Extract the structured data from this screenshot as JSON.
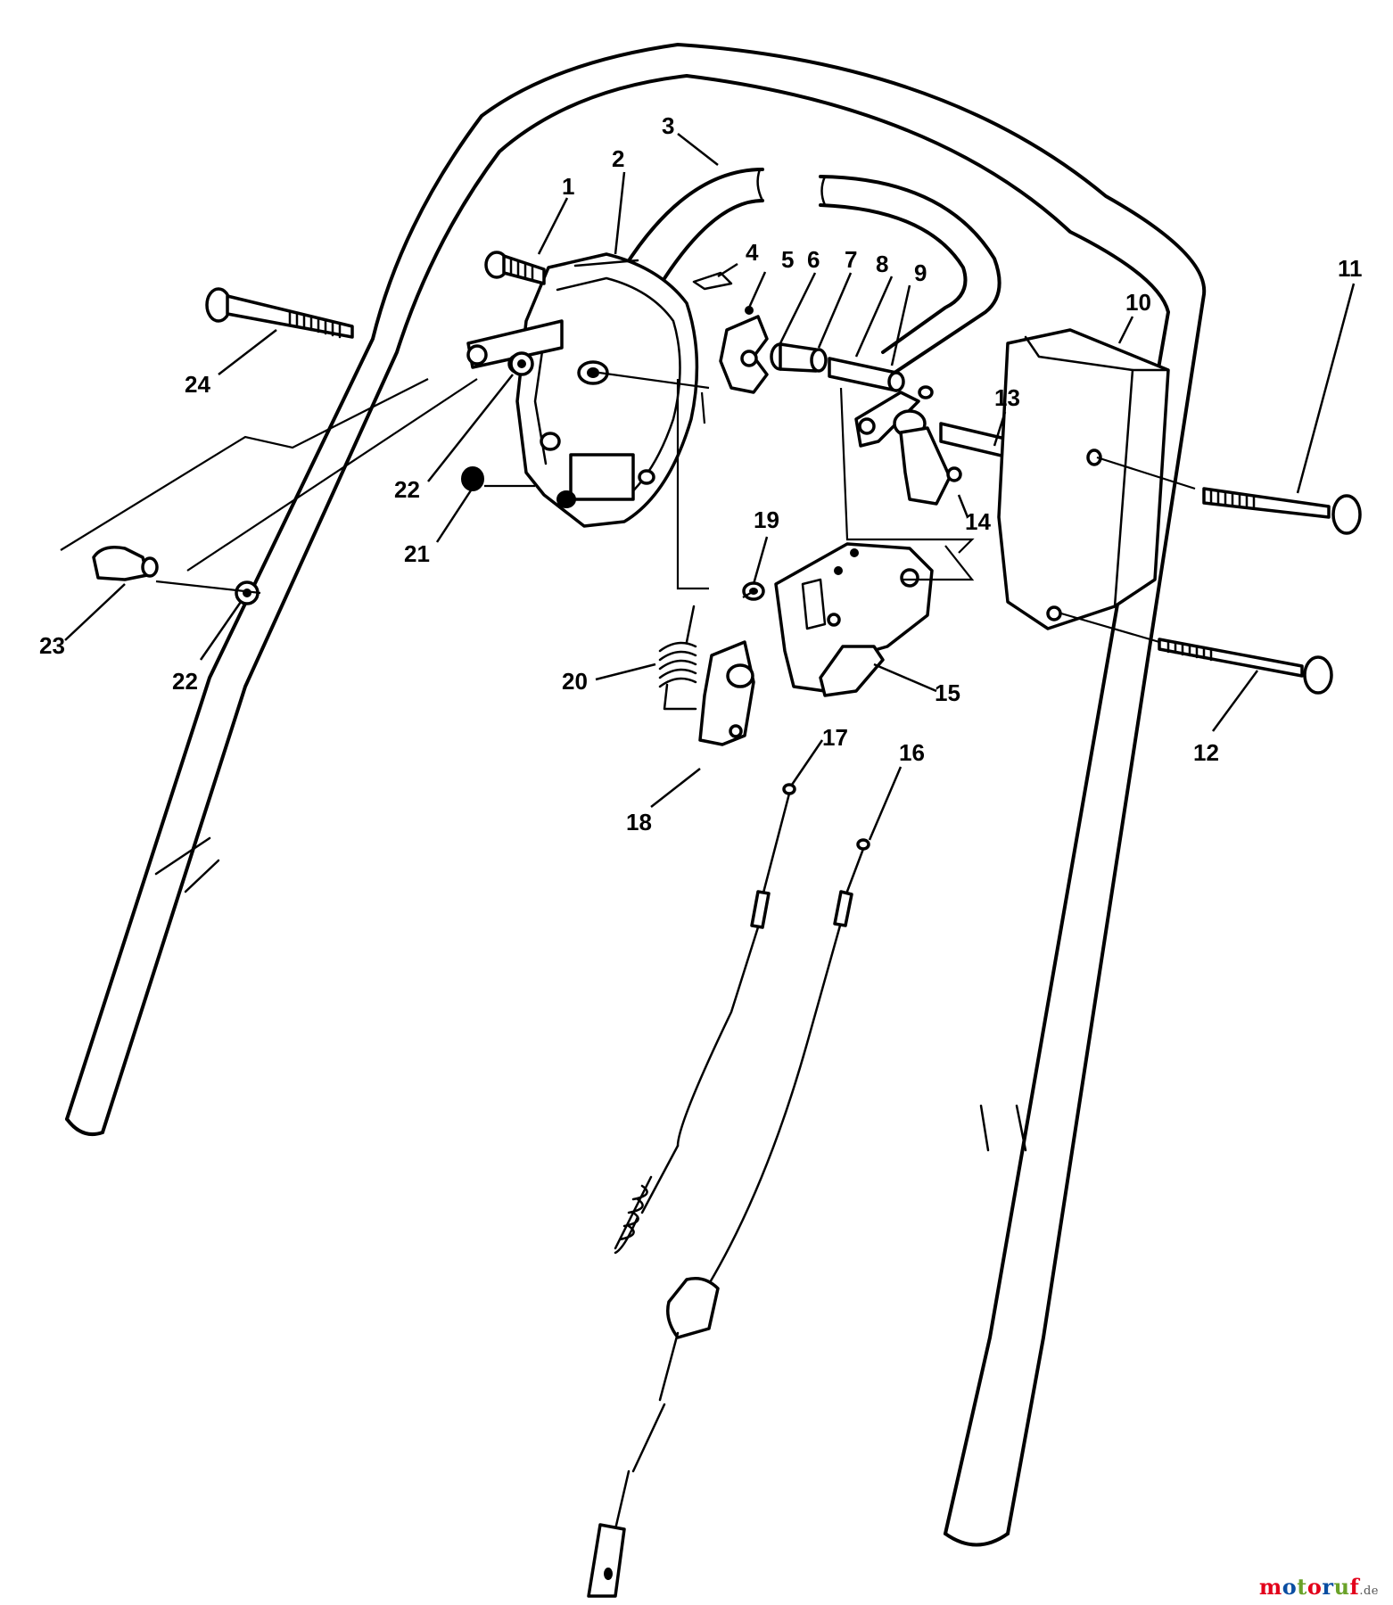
{
  "callouts": [
    "1",
    "2",
    "3",
    "4",
    "5",
    "6",
    "7",
    "8",
    "9",
    "10",
    "11",
    "12",
    "13",
    "14",
    "15",
    "16",
    "17",
    "18",
    "19",
    "20",
    "21",
    "22",
    "22",
    "23",
    "24"
  ],
  "watermark": {
    "text": "motoruf",
    "domain": ".de",
    "colors": [
      "#e2001a",
      "#0a4ea2",
      "#6aa229"
    ]
  }
}
